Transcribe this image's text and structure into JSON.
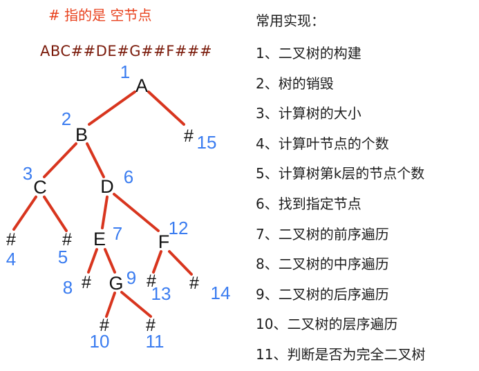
{
  "header": {
    "note": "# 指的是 空节点",
    "sequence": "ABC##DE#G##F###"
  },
  "tree": {
    "nodes": [
      {
        "id": "A",
        "label": "A",
        "order": "1"
      },
      {
        "id": "B",
        "label": "B",
        "order": "2"
      },
      {
        "id": "C",
        "label": "C",
        "order": "3"
      },
      {
        "id": "n4",
        "label": "#",
        "order": "4"
      },
      {
        "id": "n5",
        "label": "#",
        "order": "5"
      },
      {
        "id": "D",
        "label": "D",
        "order": "6"
      },
      {
        "id": "E",
        "label": "E",
        "order": "7"
      },
      {
        "id": "n8",
        "label": "#",
        "order": "8"
      },
      {
        "id": "G",
        "label": "G",
        "order": "9"
      },
      {
        "id": "n10",
        "label": "#",
        "order": "10"
      },
      {
        "id": "n11",
        "label": "#",
        "order": "11"
      },
      {
        "id": "F",
        "label": "F",
        "order": "12"
      },
      {
        "id": "n13",
        "label": "#",
        "order": "13"
      },
      {
        "id": "n14",
        "label": "#",
        "order": "14"
      },
      {
        "id": "n15",
        "label": "#",
        "order": "15"
      }
    ],
    "edges": [
      [
        "A",
        "B"
      ],
      [
        "A",
        "n15"
      ],
      [
        "B",
        "C"
      ],
      [
        "B",
        "D"
      ],
      [
        "C",
        "n4"
      ],
      [
        "C",
        "n5"
      ],
      [
        "D",
        "E"
      ],
      [
        "D",
        "F"
      ],
      [
        "E",
        "n8"
      ],
      [
        "E",
        "G"
      ],
      [
        "G",
        "n10"
      ],
      [
        "G",
        "n11"
      ],
      [
        "F",
        "n13"
      ],
      [
        "F",
        "n14"
      ]
    ]
  },
  "panel": {
    "title": "常用实现：",
    "items": [
      "1、二叉树的构建",
      "2、树的销毁",
      "3、计算树的大小",
      "4、计算叶节点的个数",
      "5、计算树第k层的节点个数",
      "6、找到指定节点",
      "7、二叉树的前序遍历",
      "8、二叉树的中序遍历",
      "9、二叉树的后序遍历",
      "10、二叉树的层序遍历",
      "11、判断是否为完全二叉树"
    ]
  }
}
